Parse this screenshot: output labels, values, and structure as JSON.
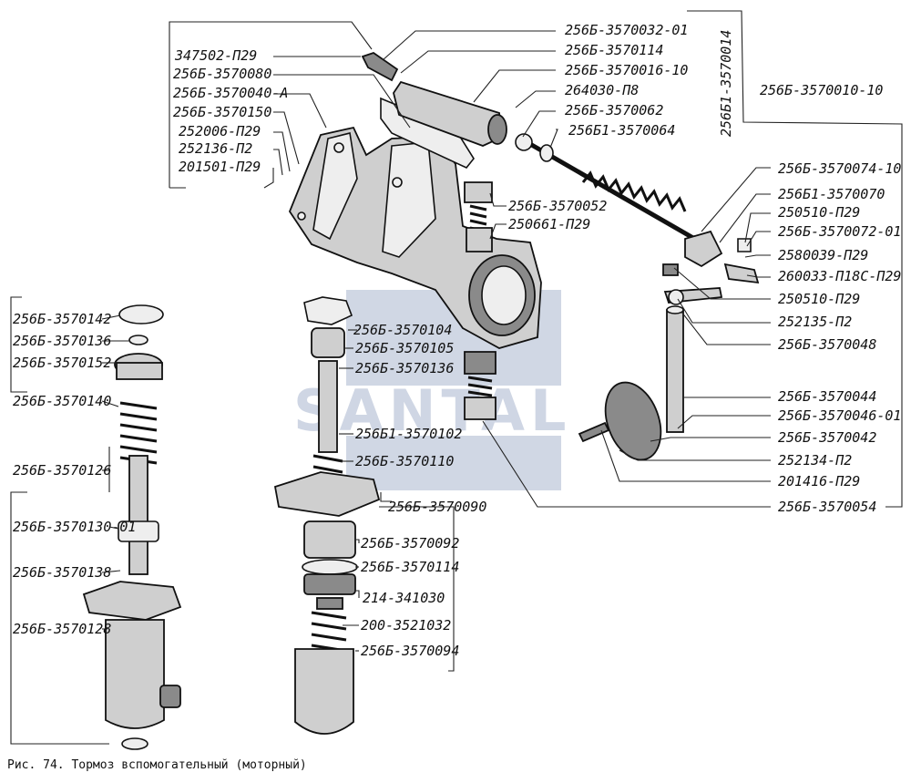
{
  "caption": "Рис. 74. Тормоз вспомогательный (моторный)",
  "watermark": "SANTAL",
  "colors": {
    "ink": "#111111",
    "watermark": "#2b4a86",
    "background": "#ffffff"
  },
  "labels": [
    "347502-П29",
    "256Б-3570080",
    "256Б-3570040-А",
    "256Б-3570150",
    "252006-П29",
    "252136-П2",
    "201501-П29",
    "256Б-3570032-01",
    "256Б-3570114",
    "256Б-3570016-10",
    "264030-П8",
    "256Б-3570062",
    "256Б1-3570064",
    "256Б1-3570014",
    "256Б-3570010-10",
    "256Б-3570074-10",
    "256Б1-3570070",
    "250510-П29",
    "256Б-3570072-01",
    "2580039-П29",
    "260033-П18С-П29",
    "250510-П29",
    "252135-П2",
    "256Б-3570048",
    "256Б-3570044",
    "256Б-3570046-01",
    "256Б-3570042",
    "252134-П2",
    "201416-П29",
    "256Б-3570054",
    "256Б-3570052",
    "250661-П29",
    "256Б-3570090",
    "256Б-3570104",
    "256Б-3570105",
    "256Б-3570136",
    "256Б1-3570102",
    "256Б-3570110",
    "256Б-3570092",
    "256Б-3570114",
    "214-341030",
    "200-3521032",
    "256Б-3570094",
    "256Б-3570142",
    "256Б-3570136",
    "256Б-3570152",
    "256Б-3570140",
    "256Б-3570126",
    "256Б-3570130-01",
    "256Б-3570138",
    "256Б-3570128"
  ]
}
